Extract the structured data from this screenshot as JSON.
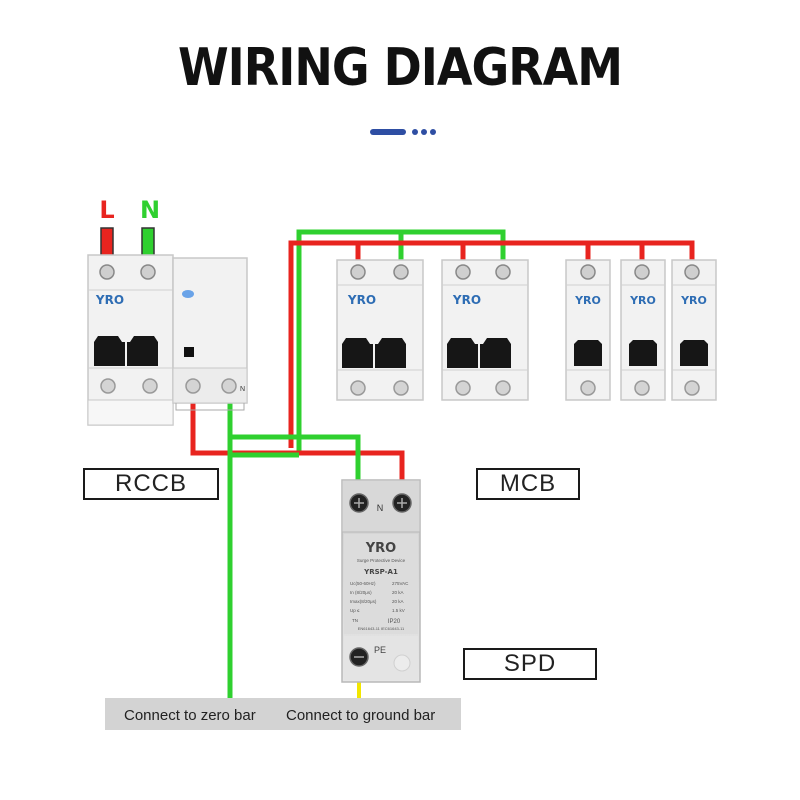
{
  "title": "WIRING DIAGRAM",
  "labels": {
    "line": "L",
    "neutral": "N",
    "rccb": "RCCB",
    "mcb": "MCB",
    "spd": "SPD",
    "rccb_n_marker": "N",
    "spd_n_marker": "N",
    "spd_pe": "PE"
  },
  "brand": "YRO",
  "spd_panel": {
    "subtitle": "Surge Protective Device",
    "model": "YRSP-A1",
    "spec_rows": [
      [
        "Uc(50-60Hz)",
        "275VAC"
      ],
      [
        "In    (8/20μs)",
        "20 kA"
      ],
      [
        "Imax(8/20μs)",
        "20 kA"
      ],
      [
        "Up        ≤",
        "1.5 kV"
      ]
    ],
    "ip": "IP20",
    "tn": "TN",
    "standard": "EN61643-11 IEC61643-11"
  },
  "bottom_bar": {
    "left_text": "Connect to zero bar",
    "right_text": "Connect to ground bar"
  },
  "colors": {
    "live_wire": "#e8241f",
    "neutral_wire": "#2fd02f",
    "earth_wire": "#f2e600",
    "accent": "#2e4ea3",
    "brand_blue": "#2e6db4",
    "device_body": "#f2f2f2"
  }
}
